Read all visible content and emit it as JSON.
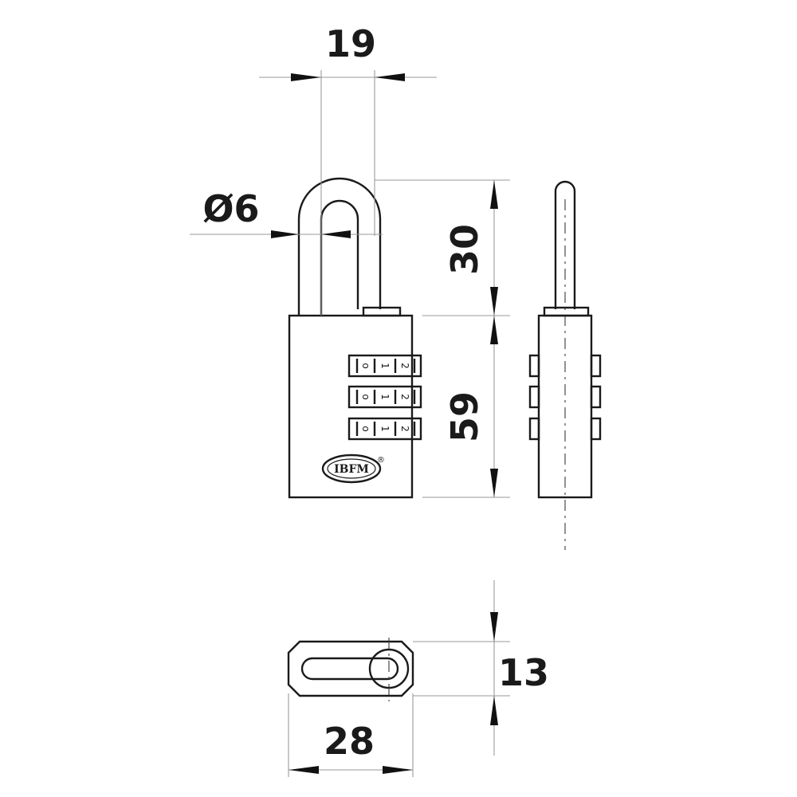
{
  "dimensions": {
    "shackle_spacing": "19",
    "shackle_diameter": "Ø6",
    "shackle_height": "30",
    "body_height": "59",
    "thickness": "13",
    "width": "28"
  },
  "brand": {
    "logo_text": "IBFM",
    "registered_mark": "®"
  },
  "dials": [
    {
      "digits": [
        "o",
        "1",
        "2"
      ]
    },
    {
      "digits": [
        "o",
        "1",
        "2"
      ]
    },
    {
      "digits": [
        "o",
        "1",
        "2"
      ]
    }
  ]
}
